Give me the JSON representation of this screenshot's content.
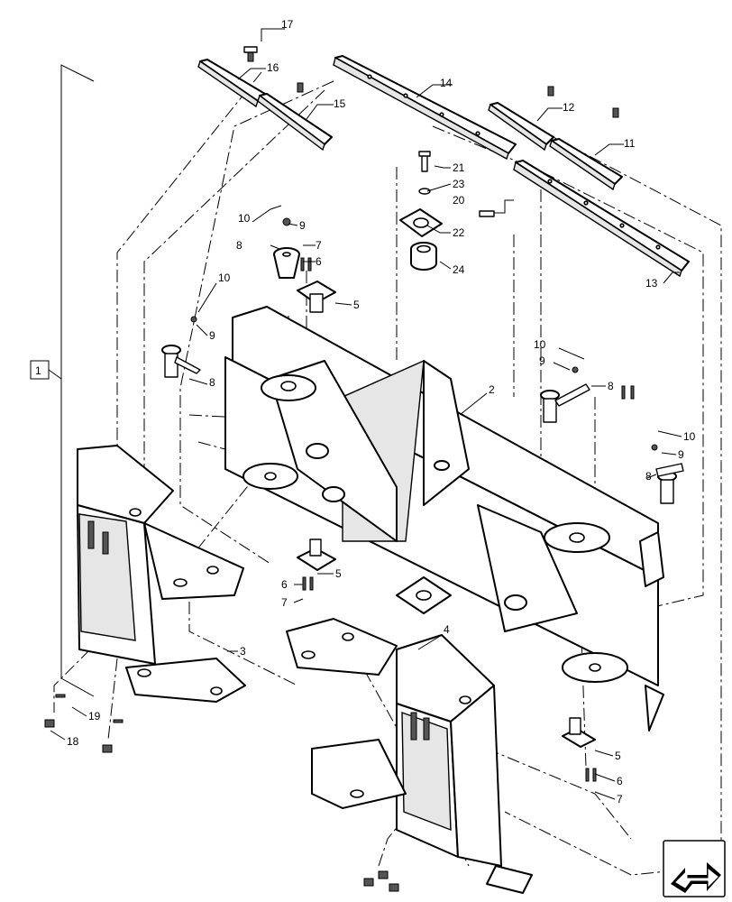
{
  "diagram": {
    "assembly_callout": "1",
    "callouts": [
      {
        "id": "c17",
        "text": "17"
      },
      {
        "id": "c16",
        "text": "16"
      },
      {
        "id": "c15",
        "text": "15"
      },
      {
        "id": "c14",
        "text": "14"
      },
      {
        "id": "c12",
        "text": "12"
      },
      {
        "id": "c11",
        "text": "11"
      },
      {
        "id": "c13",
        "text": "13"
      },
      {
        "id": "c21",
        "text": "21"
      },
      {
        "id": "c23",
        "text": "23"
      },
      {
        "id": "c20",
        "text": "20"
      },
      {
        "id": "c22",
        "text": "22"
      },
      {
        "id": "c24",
        "text": "24"
      },
      {
        "id": "c10a",
        "text": "10"
      },
      {
        "id": "c9a",
        "text": "9"
      },
      {
        "id": "c8a",
        "text": "8"
      },
      {
        "id": "c7a",
        "text": "7"
      },
      {
        "id": "c6a",
        "text": "6"
      },
      {
        "id": "c5a",
        "text": "5"
      },
      {
        "id": "c10b",
        "text": "10"
      },
      {
        "id": "c9b",
        "text": "9"
      },
      {
        "id": "c8b",
        "text": "8"
      },
      {
        "id": "c2",
        "text": "2"
      },
      {
        "id": "c10c",
        "text": "10"
      },
      {
        "id": "c9c",
        "text": "9"
      },
      {
        "id": "c8c",
        "text": "8"
      },
      {
        "id": "c10d",
        "text": "10"
      },
      {
        "id": "c9d",
        "text": "9"
      },
      {
        "id": "c8d",
        "text": "8"
      },
      {
        "id": "c5b",
        "text": "5"
      },
      {
        "id": "c6b",
        "text": "6"
      },
      {
        "id": "c7b",
        "text": "7"
      },
      {
        "id": "c3",
        "text": "3"
      },
      {
        "id": "c4",
        "text": "4"
      },
      {
        "id": "c19",
        "text": "19"
      },
      {
        "id": "c18",
        "text": "18"
      },
      {
        "id": "c5c",
        "text": "5"
      },
      {
        "id": "c6c",
        "text": "6"
      },
      {
        "id": "c7c",
        "text": "7"
      }
    ]
  },
  "navigation": {
    "icon": "next-page-arrow-icon"
  }
}
